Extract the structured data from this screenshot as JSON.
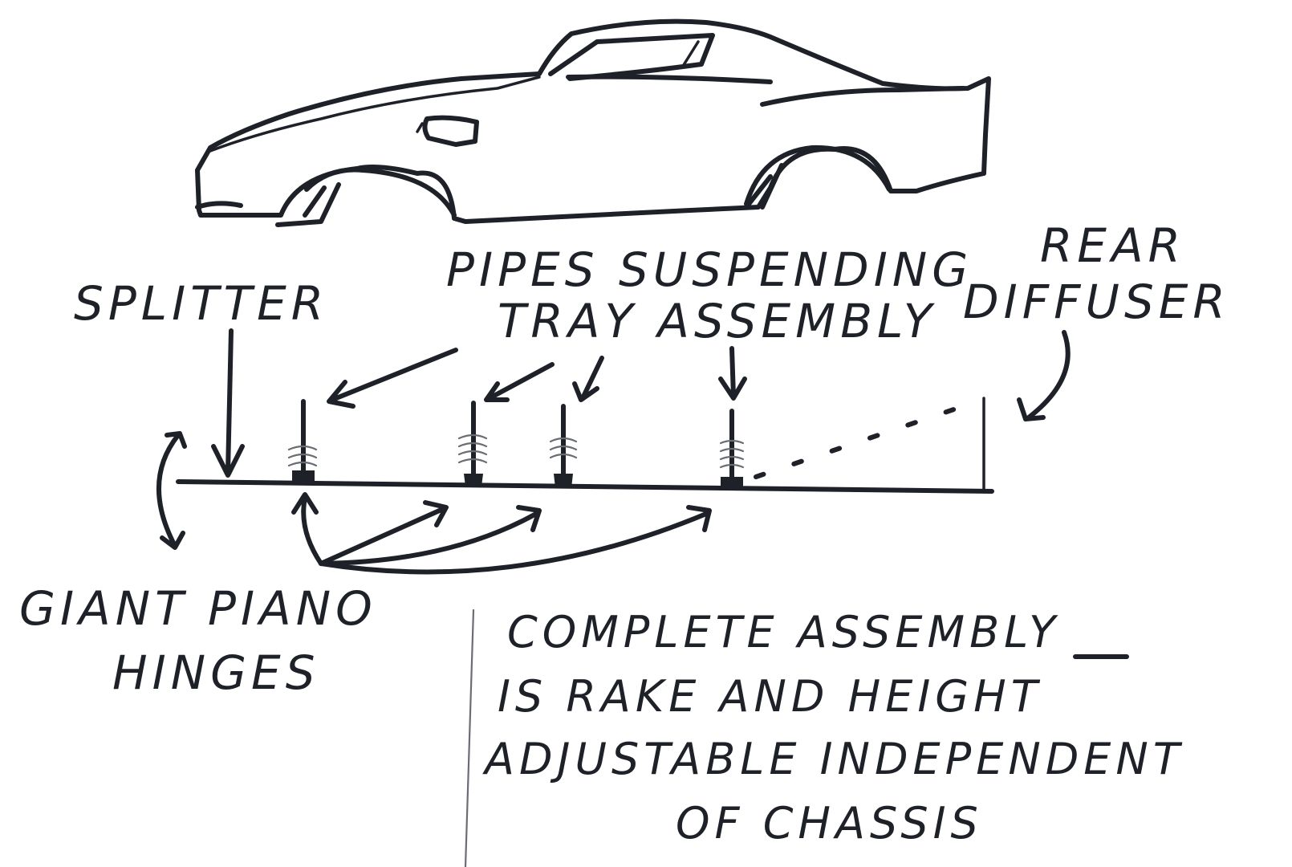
{
  "labels": {
    "splitter": "SPLITTER",
    "pipes": {
      "line1": "PIPES SUSPENDING",
      "line2": "TRAY ASSEMBLY"
    },
    "rear_diffuser": {
      "line1": "REAR",
      "line2": "DIFFUSER"
    },
    "hinges": {
      "line1": "GIANT PIANO",
      "line2": "HINGES"
    },
    "note": {
      "line1": "COMPLETE ASSEMBLY",
      "line2": "IS RAKE AND HEIGHT",
      "line3": "ADJUSTABLE INDEPENDENT",
      "line4": "OF CHASSIS"
    }
  },
  "colors": {
    "ink": "#1e2128",
    "paper": "#ffffff"
  }
}
